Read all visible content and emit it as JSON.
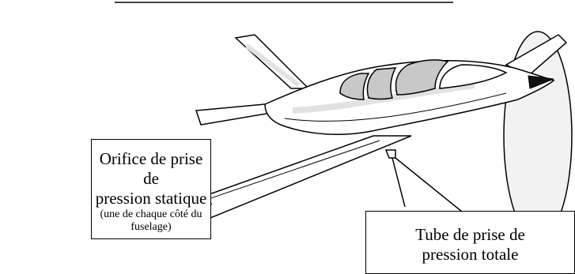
{
  "labels": {
    "static_port": {
      "line1": "Orifice de prise de",
      "line2": "pression statique",
      "note_line1": "(une de chaque côté du",
      "note_line2": "fuselage)"
    },
    "pitot_tube": {
      "line1": "Tube de prise de",
      "line2": "pression totale"
    }
  },
  "colors": {
    "ink": "#000000",
    "canopy": "#c8c8c8",
    "highlight": "#e2e2e2",
    "propeller_disc": "#f2f2f2",
    "spinner": "#111111"
  },
  "icons": {
    "aircraft": "light-single-engine-airplane",
    "propeller": "spinning-propeller-disc"
  }
}
